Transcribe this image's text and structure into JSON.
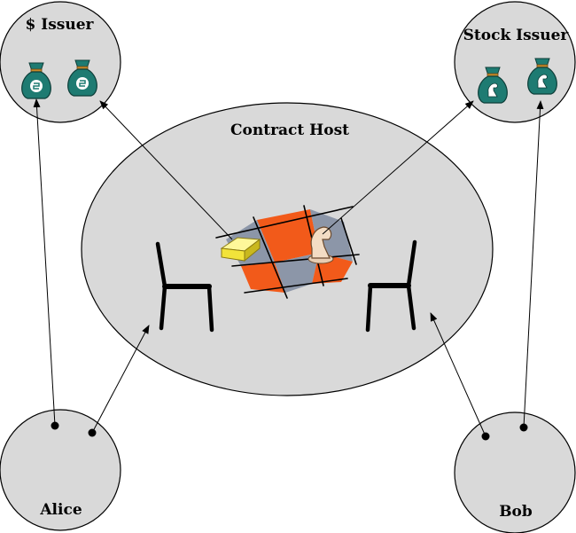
{
  "nodes": {
    "dollar_issuer": {
      "label": "$ Issuer"
    },
    "stock_issuer": {
      "label": "Stock Issuer"
    },
    "contract_host": {
      "label": "Contract Host"
    },
    "alice": {
      "label": "Alice"
    },
    "bob": {
      "label": "Bob"
    }
  },
  "colors": {
    "node_fill": "#d9d9d9",
    "bag_fill": "#1e7b72",
    "bag_tie": "#c98b2a",
    "board_orange": "#f25a1a",
    "board_grey": "#8c96a8",
    "gold_bar": "#f2e33a",
    "chess_knight": "#f3dcc4"
  },
  "icons": {
    "dollar_bags": "money-bag-dollar-icon",
    "stock_bags": "money-bag-knight-icon",
    "board": "chess-board-icon",
    "chairs": "chair-icon"
  }
}
